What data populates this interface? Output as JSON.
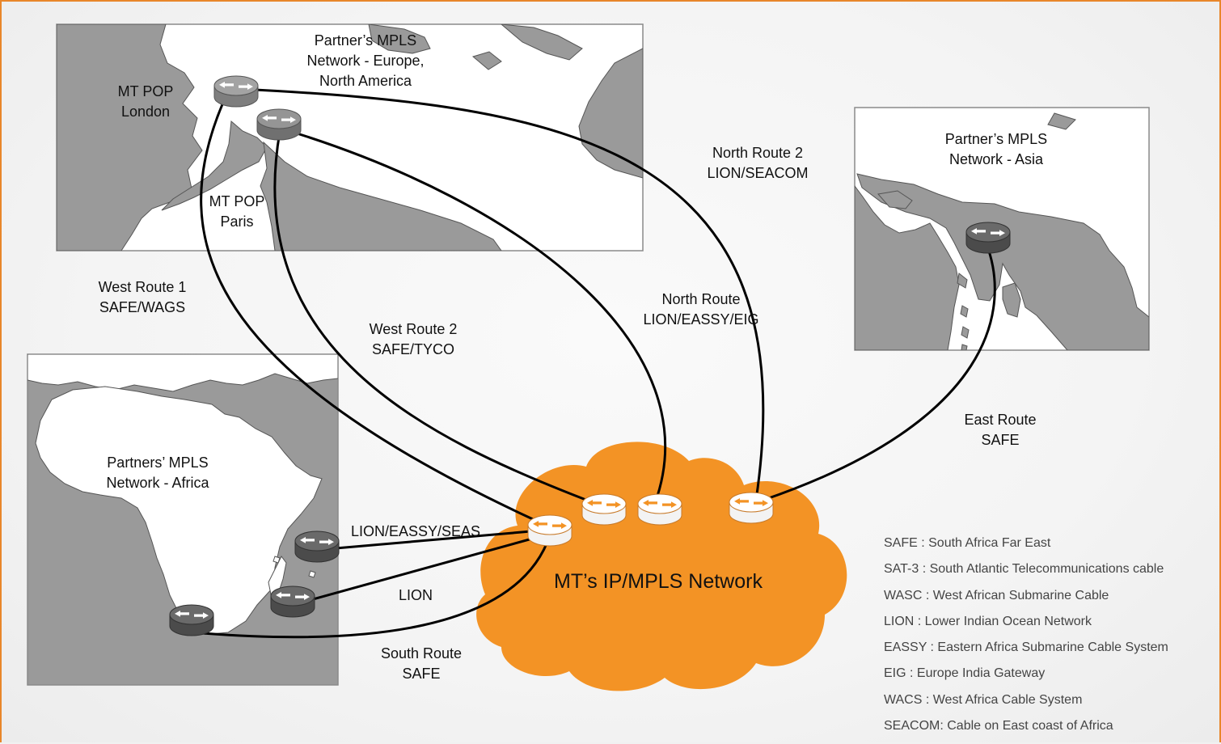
{
  "colors": {
    "frame_border": "#e8862a",
    "cloud": "#f39325",
    "map_land": "#9a9a9a",
    "map_white": "#ffffff",
    "route_line": "#000000",
    "router_grey": "#8c8c8c",
    "router_dark": "#5c5c5c",
    "router_white": "#ffffff"
  },
  "boxes": {
    "europe_label": {
      "line1": "Partner’s MPLS",
      "line2": "Network - Europe,",
      "line3": "North America"
    },
    "asia_label": {
      "line1": "Partner’s MPLS",
      "line2": "Network - Asia"
    },
    "africa_label": {
      "line1": "Partners’ MPLS",
      "line2": "Network - Africa"
    }
  },
  "pops": {
    "london": {
      "line1": "MT POP",
      "line2": "London"
    },
    "paris": {
      "line1": "MT POP",
      "line2": "Paris"
    }
  },
  "routes": {
    "west1": {
      "line1": "West Route 1",
      "line2": "SAFE/WAGS"
    },
    "west2": {
      "line1": "West Route 2",
      "line2": "SAFE/TYCO"
    },
    "north": {
      "line1": "North Route",
      "line2": "LION/EASSY/EIG"
    },
    "north2": {
      "line1": "North Route 2",
      "line2": "LION/SEACOM"
    },
    "east": {
      "line1": "East Route",
      "line2": "SAFE"
    },
    "south": {
      "line1": "South Route",
      "line2": "SAFE"
    },
    "lion_eassy_seas": "LION/EASSY/SEAS",
    "lion": "LION"
  },
  "cloud_label": "MT’s IP/MPLS Network",
  "router_icon": "router-icon",
  "legend": [
    "SAFE : South Africa Far East",
    "SAT-3 : South Atlantic Telecommunications cable",
    "WASC : West African Submarine Cable",
    "LION : Lower Indian Ocean Network",
    "EASSY : Eastern Africa Submarine Cable System",
    "EIG : Europe India Gateway",
    "WACS : West Africa Cable System",
    "SEACOM: Cable on East coast of Africa"
  ]
}
